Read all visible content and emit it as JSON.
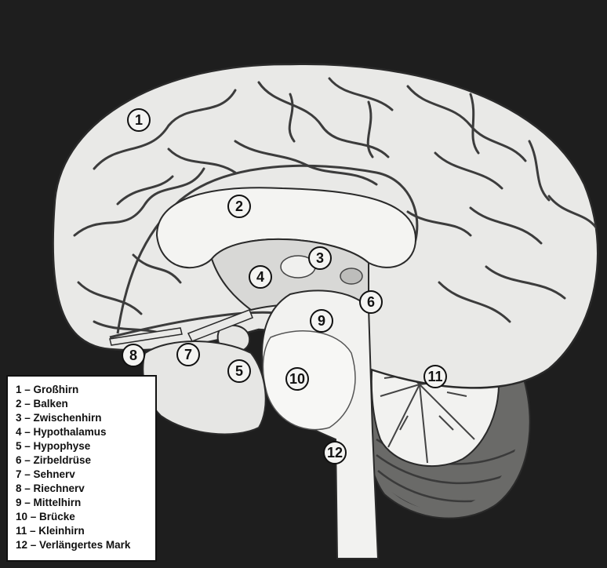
{
  "markers": [
    "1",
    "2",
    "3",
    "4",
    "5",
    "6",
    "7",
    "8",
    "9",
    "10",
    "11",
    "12"
  ],
  "legend": [
    "1 – Großhirn",
    "2 – Balken",
    "3 – Zwischenhirn",
    "4 – Hypothalamus",
    "5 – Hypophyse",
    "6 – Zirbeldrüse",
    "7 – Sehnerv",
    "8 – Riechnerv",
    "9 – Mittelhirn",
    "10 – Brücke",
    "11 – Kleinhirn",
    "12 – Verlängertes Mark"
  ],
  "colors": {
    "background": "#1e1e1e",
    "tissue": "#e9e9e7",
    "groove": "#3c3c3c"
  }
}
